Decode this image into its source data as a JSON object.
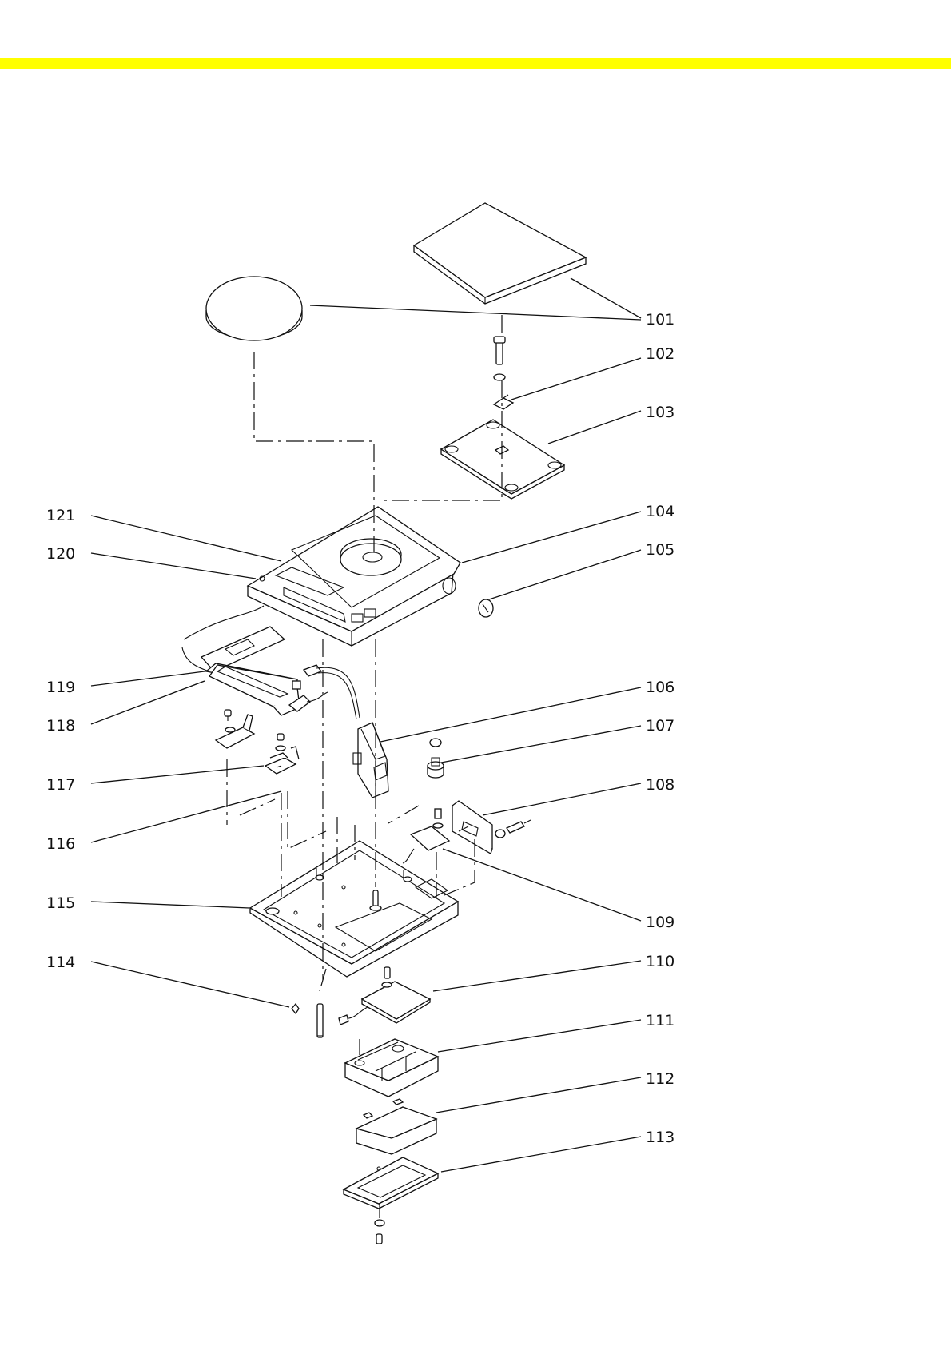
{
  "header": {
    "bar_color": "#ffff00"
  },
  "labels": {
    "l101": "101",
    "l102": "102",
    "l103": "103",
    "l104": "104",
    "l105": "105",
    "l106": "106",
    "l107": "107",
    "l108": "108",
    "l109": "109",
    "l110": "110",
    "l111": "111",
    "l112": "112",
    "l113": "113",
    "l114": "114",
    "l115": "115",
    "l116": "116",
    "l117": "117",
    "l118": "118",
    "l119": "119",
    "l120": "120",
    "l121": "121"
  }
}
